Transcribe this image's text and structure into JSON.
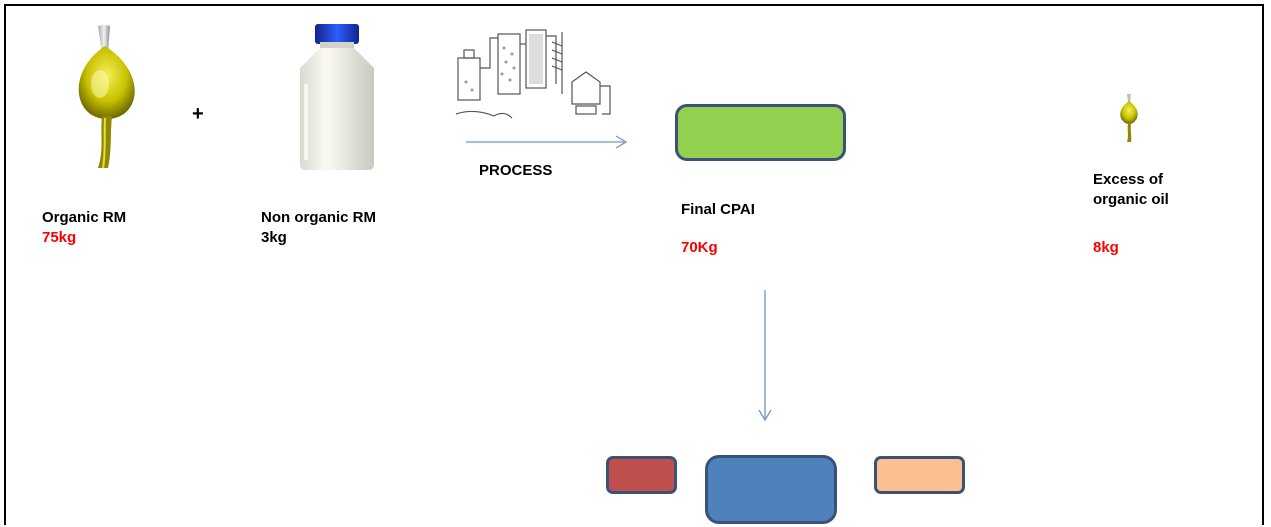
{
  "organic": {
    "label": "Organic RM",
    "amount": "75kg"
  },
  "plus_sign": "+",
  "non_organic": {
    "label": "Non organic RM",
    "amount": "3kg"
  },
  "process": {
    "label": "PROCESS"
  },
  "final": {
    "label": "Final CPAI",
    "amount": "70Kg"
  },
  "excess": {
    "label_line1": "Excess of",
    "label_line2": "organic oil",
    "amount": "8kg"
  },
  "colors": {
    "green_box": "#92d050",
    "red_box": "#c0504d",
    "blue_box": "#4f81bd",
    "peach_box": "#fac090",
    "box_border": "#3b5277",
    "arrow": "#6f93c8",
    "amount_text": "#ff0000",
    "oil": "#c8c200",
    "bottle_cap": "#1f3fb8"
  },
  "icons": {
    "organic": "oil-drop-spoon-icon",
    "non_organic": "plastic-bottle-icon",
    "process": "distillation-apparatus-icon",
    "excess": "small-oil-drop-spoon-icon"
  }
}
